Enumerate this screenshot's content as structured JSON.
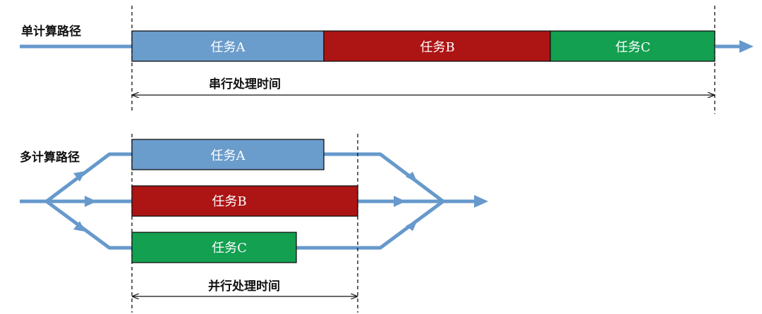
{
  "colors": {
    "flow": "#6699CC",
    "task_a": "#6a9ccc",
    "task_b": "#ad1414",
    "task_c": "#13a050",
    "border": "#111111"
  },
  "serial": {
    "label": "单计算路径",
    "tasks": [
      {
        "name": "任务A"
      },
      {
        "name": "任务B"
      },
      {
        "name": "任务C"
      }
    ],
    "time_label": "串行处理时间"
  },
  "parallel": {
    "label": "多计算路径",
    "tasks": [
      {
        "name": "任务A"
      },
      {
        "name": "任务B"
      },
      {
        "name": "任务C"
      }
    ],
    "time_label": "并行处理时间"
  }
}
